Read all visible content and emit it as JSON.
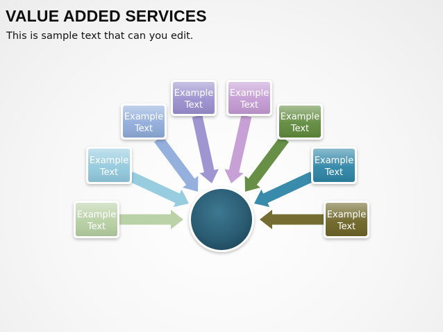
{
  "title": "VALUE ADDED SERVICES",
  "subtitle": "This is sample text that can you edit.",
  "boxes": [
    {
      "id": "left-bottom",
      "line1": "Example",
      "line2": "Text",
      "color": "#b7cfa3"
    },
    {
      "id": "left-lower",
      "line1": "Example",
      "line2": "Text",
      "color": "#92c9dd"
    },
    {
      "id": "left-upper",
      "line1": "Example",
      "line2": "Text",
      "color": "#8facda"
    },
    {
      "id": "top-left",
      "line1": "Example",
      "line2": "Text",
      "color": "#9a8fce"
    },
    {
      "id": "top-right",
      "line1": "Example",
      "line2": "Text",
      "color": "#c49bd3"
    },
    {
      "id": "right-upper",
      "line1": "Example",
      "line2": "Text",
      "color": "#5f8a3c"
    },
    {
      "id": "right-lower",
      "line1": "Example",
      "line2": "Text",
      "color": "#2e85a6"
    },
    {
      "id": "right-bottom",
      "line1": "Example",
      "line2": "Text",
      "color": "#6d6426"
    }
  ],
  "hub_color": "#2d6077"
}
